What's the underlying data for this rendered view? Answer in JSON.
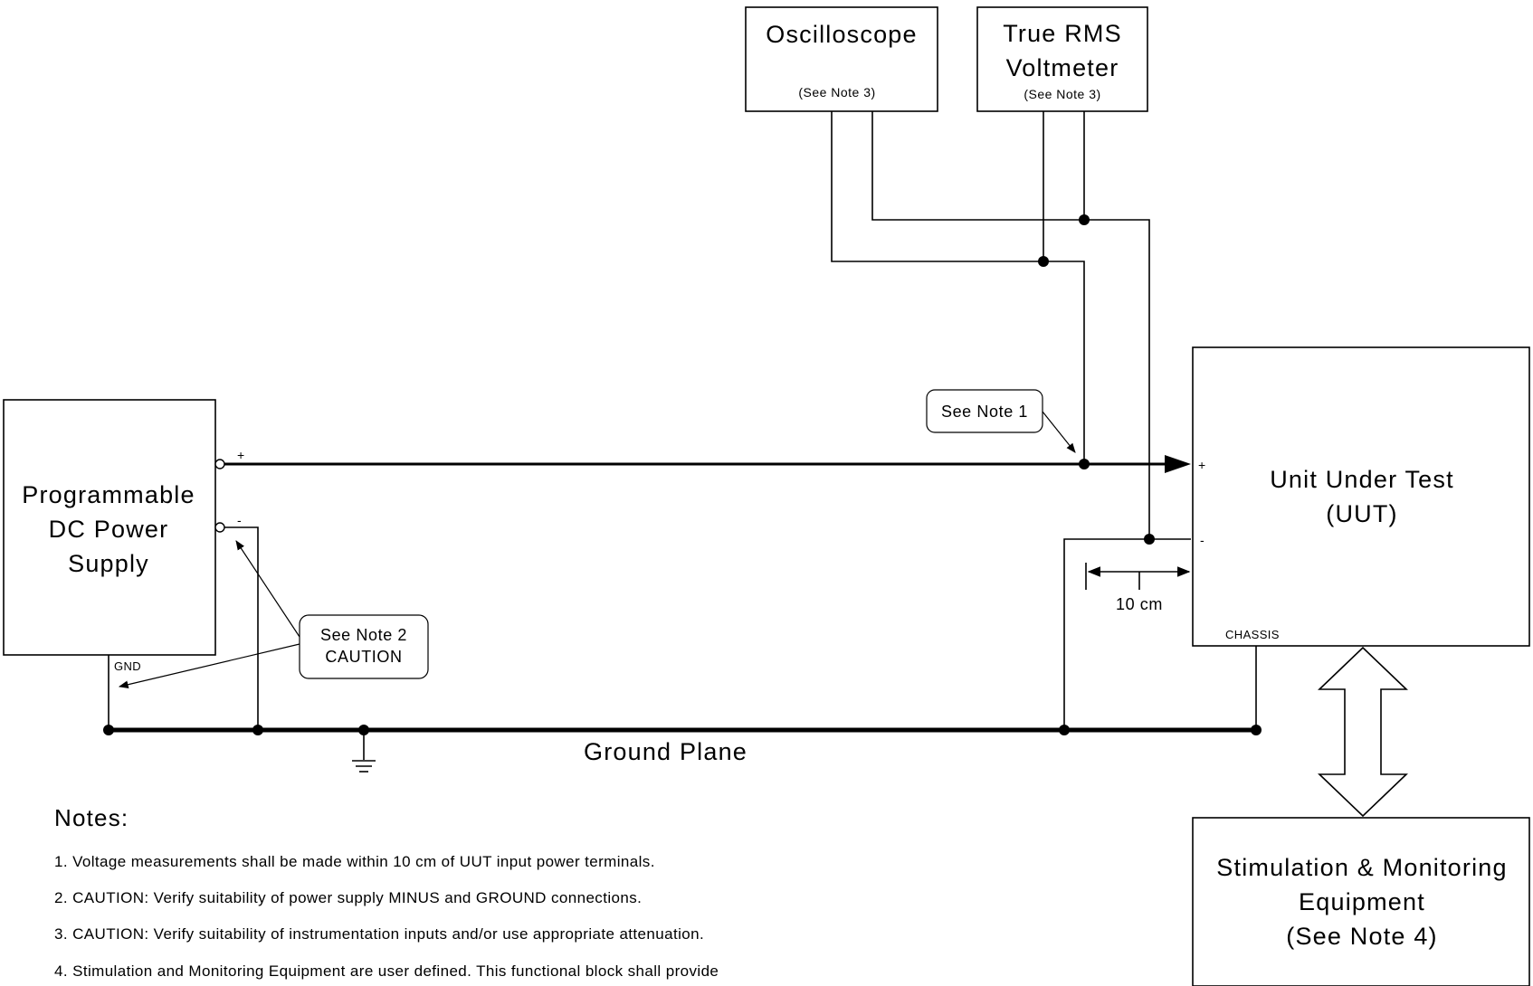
{
  "blocks": {
    "power_supply": [
      "Programmable",
      "DC Power",
      "Supply"
    ],
    "oscilloscope": {
      "title": "Oscilloscope",
      "note": "(See Note 3)"
    },
    "voltmeter": {
      "title": [
        "True RMS",
        "Voltmeter"
      ],
      "note": "(See Note 3)"
    },
    "uut": [
      "Unit Under Test",
      "(UUT)"
    ],
    "stim": [
      "Stimulation & Monitoring",
      "Equipment",
      "(See Note 4)"
    ]
  },
  "terminals": {
    "ps_plus": "+",
    "ps_minus": "-",
    "ps_gnd": "GND",
    "uut_plus": "+",
    "uut_minus": "-",
    "uut_chassis": "CHASSIS"
  },
  "callouts": {
    "note1": "See Note 1",
    "note2": [
      "See Note 2",
      "CAUTION"
    ]
  },
  "dimension_label": "10 cm",
  "ground_plane_label": "Ground Plane",
  "notes": {
    "heading": "Notes:",
    "items": [
      "1. Voltage measurements shall be made within 10 cm of UUT input power terminals.",
      "2. CAUTION: Verify suitability of power supply MINUS and GROUND connections.",
      "3. CAUTION: Verify suitability of instrumentation inputs and/or use appropriate attenuation.",
      "4. Stimulation and Monitoring Equipment are user defined. This functional block shall provide"
    ]
  }
}
